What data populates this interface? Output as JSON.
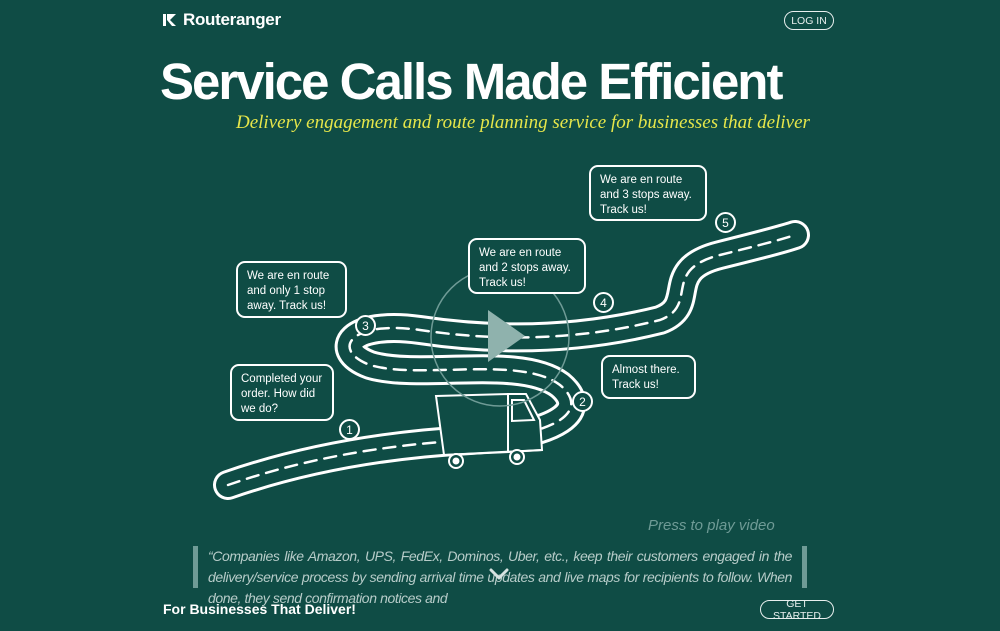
{
  "header": {
    "brand": "Routeranger",
    "login_label": "LOG IN"
  },
  "hero": {
    "title": "Service Calls Made Efficient",
    "subtitle": "Delivery engagement and route planning service for businesses that deliver"
  },
  "bubbles": [
    {
      "text": "Completed your order. How did we do?",
      "badge": "1"
    },
    {
      "text": "Almost there. Track us!",
      "badge": "2"
    },
    {
      "text": "We are en route and only 1 stop away. Track us!",
      "badge": "3"
    },
    {
      "text": "We are en route and 2 stops away. Track us!",
      "badge": "4"
    },
    {
      "text": "We are en route and 3 stops away. Track us!",
      "badge": "5"
    }
  ],
  "video": {
    "hint": "Press to play video"
  },
  "quote": "“Companies like Amazon, UPS, FedEx, Dominos, Uber, etc., keep their customers engaged in the delivery/service process by sending arrival time updates and live maps for recipients to follow. When done, they send confirmation notices and",
  "footer": {
    "tagline": "For Businesses That Deliver!",
    "cta_label": "GET STARTED"
  },
  "colors": {
    "background": "#0f4c45",
    "subtitle": "#e6e64a",
    "muted": "#6f9b96"
  }
}
